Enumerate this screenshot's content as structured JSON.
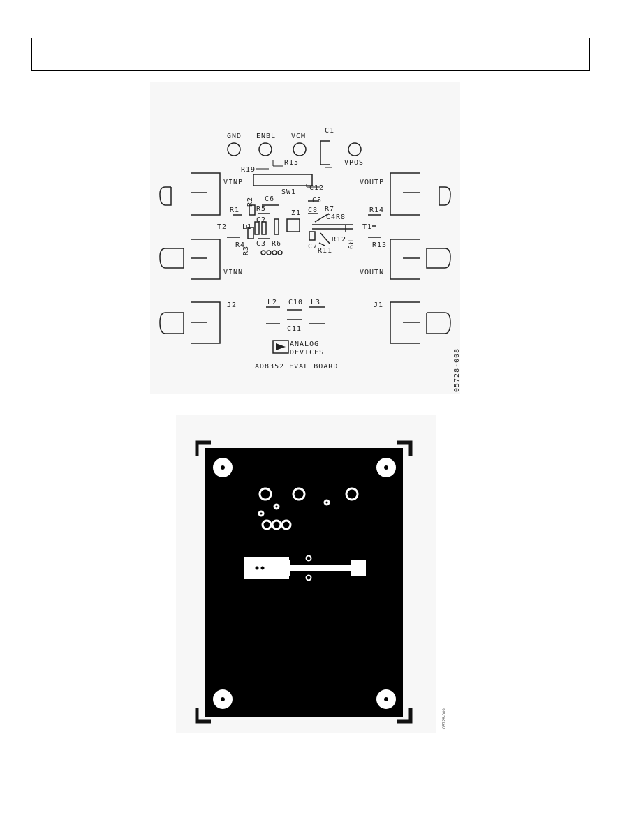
{
  "header": {
    "title": ""
  },
  "top_figure": {
    "label": "05728-008",
    "connectors": [
      "GND",
      "ENBL",
      "VCM",
      "VPOS"
    ],
    "top_labels": [
      "C1",
      "R15",
      "R19",
      "SW1",
      "C12"
    ],
    "signals": [
      "VINP",
      "VINN",
      "VOUTP",
      "VOUTN"
    ],
    "components_left": [
      "R1",
      "R2",
      "R5",
      "C6",
      "C2",
      "C3",
      "R3",
      "R4",
      "R6",
      "T2",
      "L1"
    ],
    "components_mid": [
      "Z1",
      "C5",
      "R7",
      "C4",
      "R8",
      "C7",
      "R11",
      "R12",
      "C8",
      "R9"
    ],
    "components_right": [
      "R14",
      "R13",
      "T1"
    ],
    "bottom_labels": [
      "J2",
      "L2",
      "C10",
      "L3",
      "J1",
      "C11"
    ],
    "logo_line1": "ANALOG",
    "logo_line2": "DEVICES",
    "board_name": "AD8352 EVAL BOARD"
  },
  "bottom_figure": {
    "label": "05728-009"
  }
}
